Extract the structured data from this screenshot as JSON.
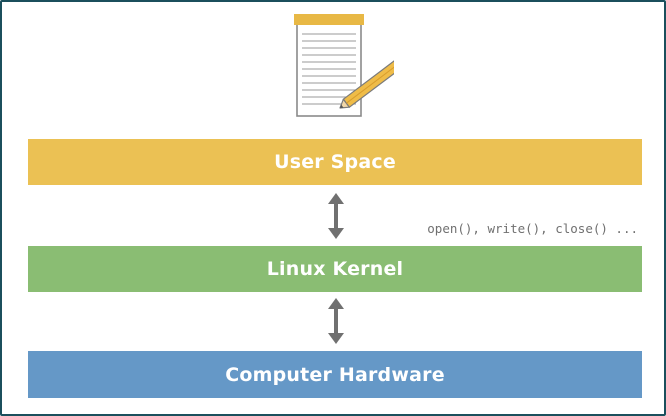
{
  "layers": {
    "user_space": "User Space",
    "linux_kernel": "Linux Kernel",
    "computer_hardware": "Computer Hardware"
  },
  "syscall_annotation": "open(), write(), close() ...",
  "icons": {
    "top": "notepad-with-pencil-icon",
    "connectors": "double-headed-arrow-icon"
  },
  "colors": {
    "user_space": "#ebc154",
    "linux_kernel": "#8abd73",
    "computer_hardware": "#6598c7",
    "frame": "#1b4f5c",
    "arrow": "#707070"
  }
}
